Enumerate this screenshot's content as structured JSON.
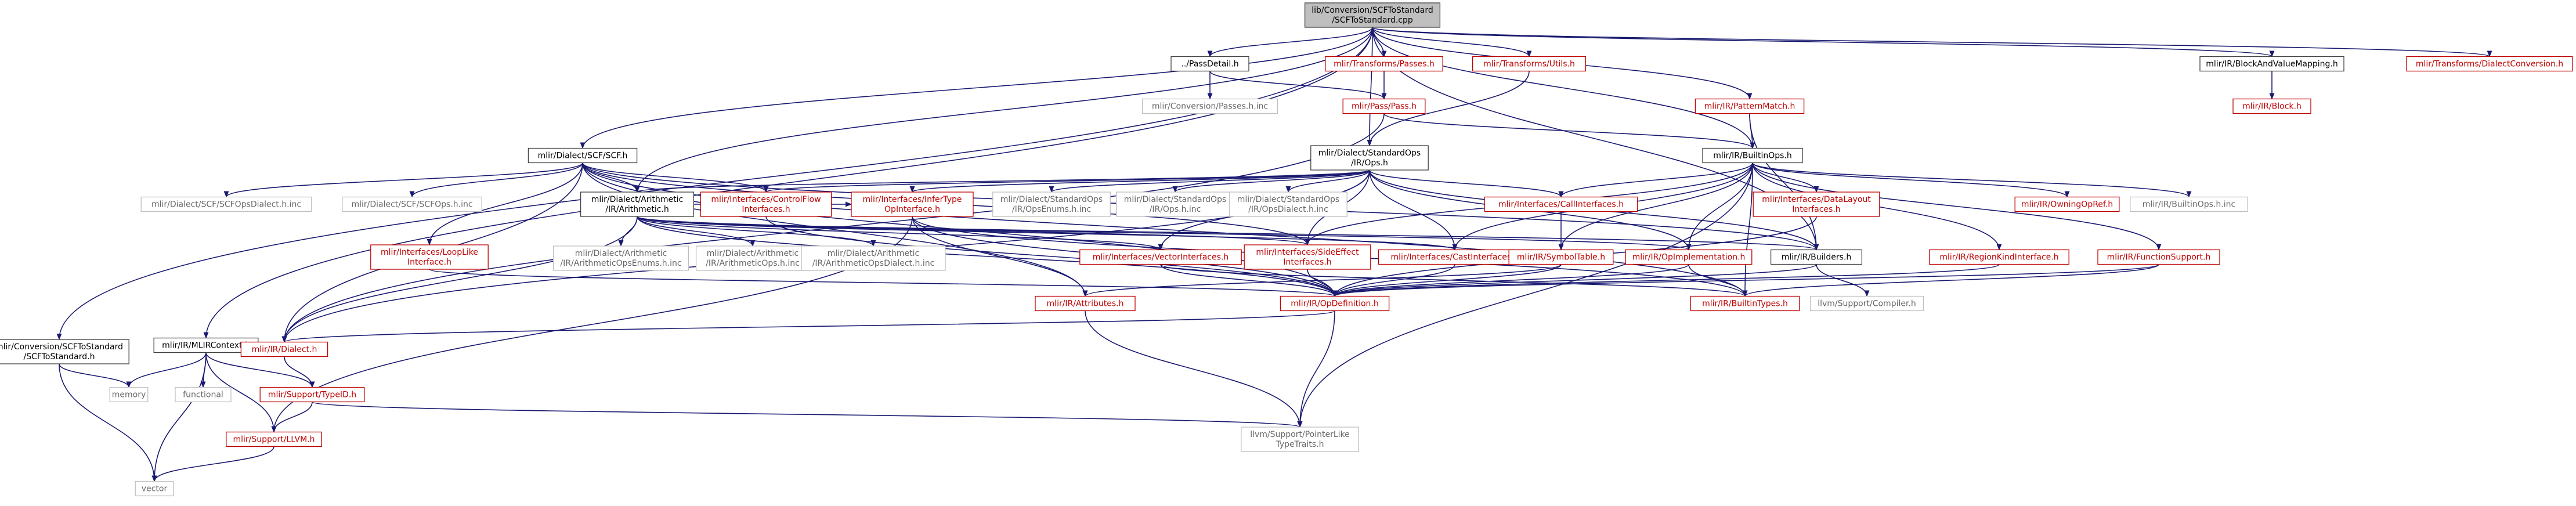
{
  "colors": {
    "root_fill": "#bfbfbf",
    "node_fill": "#ffffff",
    "node_border_documented": "#404040",
    "node_border_linked": "#bf0000",
    "node_border_plain": "#bfbfbf",
    "text_documented": "#000000",
    "text_linked": "#bf0000",
    "text_plain": "#666666",
    "edge": "#191970"
  },
  "nodes": [
    {
      "id": "root",
      "label": [
        "lib/Conversion/SCFToStandard",
        "/SCFToStandard.cpp"
      ],
      "style": "root"
    },
    {
      "id": "scf2std_h",
      "label": [
        "mlir/Conversion/SCFToStandard",
        "/SCFToStandard.h"
      ],
      "style": "documented"
    },
    {
      "id": "mlircontext",
      "label": [
        "mlir/IR/MLIRContext.h"
      ],
      "style": "documented"
    },
    {
      "id": "scf_h",
      "label": [
        "mlir/Dialect/SCF/SCF.h"
      ],
      "style": "documented"
    },
    {
      "id": "arith",
      "label": [
        "mlir/Dialect/Arithmetic",
        "/IR/Arithmetic.h"
      ],
      "style": "documented"
    },
    {
      "id": "passdetail",
      "label": [
        "../PassDetail.h"
      ],
      "style": "documented"
    },
    {
      "id": "passes_inc",
      "label": [
        "mlir/Conversion/Passes.h.inc"
      ],
      "style": "plain"
    },
    {
      "id": "transforms_passes",
      "label": [
        "mlir/Transforms/Passes.h"
      ],
      "style": "linked"
    },
    {
      "id": "pass_h",
      "label": [
        "mlir/Pass/Pass.h"
      ],
      "style": "linked"
    },
    {
      "id": "transforms_utils",
      "label": [
        "mlir/Transforms/Utils.h"
      ],
      "style": "linked"
    },
    {
      "id": "std_ops",
      "label": [
        "mlir/Dialect/StandardOps",
        "/IR/Ops.h"
      ],
      "style": "documented"
    },
    {
      "id": "patternmatch",
      "label": [
        "mlir/IR/PatternMatch.h"
      ],
      "style": "linked"
    },
    {
      "id": "builtinops",
      "label": [
        "mlir/IR/BuiltinOps.h"
      ],
      "style": "documented"
    },
    {
      "id": "blockandvalue",
      "label": [
        "mlir/IR/BlockAndValueMapping.h"
      ],
      "style": "documented"
    },
    {
      "id": "dialectconv",
      "label": [
        "mlir/Transforms/DialectConversion.h"
      ],
      "style": "linked"
    },
    {
      "id": "block_h",
      "label": [
        "mlir/IR/Block.h"
      ],
      "style": "linked"
    },
    {
      "id": "scfops_dialect_inc",
      "label": [
        "mlir/Dialect/SCF/SCFOpsDialect.h.inc"
      ],
      "style": "plain"
    },
    {
      "id": "scfops_inc",
      "label": [
        "mlir/Dialect/SCF/SCFOps.h.inc"
      ],
      "style": "plain"
    },
    {
      "id": "controlflow",
      "label": [
        "mlir/Interfaces/ControlFlow",
        "Interfaces.h"
      ],
      "style": "linked"
    },
    {
      "id": "infertype",
      "label": [
        "mlir/Interfaces/InferType",
        "OpInterface.h"
      ],
      "style": "linked"
    },
    {
      "id": "std_enums_inc",
      "label": [
        "mlir/Dialect/StandardOps",
        "/IR/OpsEnums.h.inc"
      ],
      "style": "plain"
    },
    {
      "id": "std_ops_inc",
      "label": [
        "mlir/Dialect/StandardOps",
        "/IR/Ops.h.inc"
      ],
      "style": "plain"
    },
    {
      "id": "std_dialect_inc",
      "label": [
        "mlir/Dialect/StandardOps",
        "/IR/OpsDialect.h.inc"
      ],
      "style": "plain"
    },
    {
      "id": "callinterfaces",
      "label": [
        "mlir/Interfaces/CallInterfaces.h"
      ],
      "style": "linked"
    },
    {
      "id": "datalayout",
      "label": [
        "mlir/Interfaces/DataLayout",
        "Interfaces.h"
      ],
      "style": "linked"
    },
    {
      "id": "owningopref",
      "label": [
        "mlir/IR/OwningOpRef.h"
      ],
      "style": "linked"
    },
    {
      "id": "builtinops_inc",
      "label": [
        "mlir/IR/BuiltinOps.h.inc"
      ],
      "style": "plain"
    },
    {
      "id": "looplike",
      "label": [
        "mlir/Interfaces/LoopLike",
        "Interface.h"
      ],
      "style": "linked"
    },
    {
      "id": "arith_enums_inc",
      "label": [
        "mlir/Dialect/Arithmetic",
        "/IR/ArithmeticOpsEnums.h.inc"
      ],
      "style": "plain"
    },
    {
      "id": "arith_ops_inc",
      "label": [
        "mlir/Dialect/Arithmetic",
        "/IR/ArithmeticOps.h.inc"
      ],
      "style": "plain"
    },
    {
      "id": "arith_dialect_inc",
      "label": [
        "mlir/Dialect/Arithmetic",
        "/IR/ArithmeticOpsDialect.h.inc"
      ],
      "style": "plain"
    },
    {
      "id": "vectorinterfaces",
      "label": [
        "mlir/Interfaces/VectorInterfaces.h"
      ],
      "style": "linked"
    },
    {
      "id": "sideeffect",
      "label": [
        "mlir/Interfaces/SideEffect",
        "Interfaces.h"
      ],
      "style": "linked"
    },
    {
      "id": "castinterfaces",
      "label": [
        "mlir/Interfaces/CastInterfaces.h"
      ],
      "style": "linked"
    },
    {
      "id": "symboltable",
      "label": [
        "mlir/IR/SymbolTable.h"
      ],
      "style": "linked"
    },
    {
      "id": "opimplementation",
      "label": [
        "mlir/IR/OpImplementation.h"
      ],
      "style": "linked"
    },
    {
      "id": "builders",
      "label": [
        "mlir/IR/Builders.h"
      ],
      "style": "documented"
    },
    {
      "id": "regionkind",
      "label": [
        "mlir/IR/RegionKindInterface.h"
      ],
      "style": "linked"
    },
    {
      "id": "functionsupport",
      "label": [
        "mlir/IR/FunctionSupport.h"
      ],
      "style": "linked"
    },
    {
      "id": "attributes",
      "label": [
        "mlir/IR/Attributes.h"
      ],
      "style": "linked"
    },
    {
      "id": "opdefinition",
      "label": [
        "mlir/IR/OpDefinition.h"
      ],
      "style": "linked"
    },
    {
      "id": "builtintypes",
      "label": [
        "mlir/IR/BuiltinTypes.h"
      ],
      "style": "linked"
    },
    {
      "id": "llvm_compiler",
      "label": [
        "llvm/Support/Compiler.h"
      ],
      "style": "plain"
    },
    {
      "id": "dialect_h",
      "label": [
        "mlir/IR/Dialect.h"
      ],
      "style": "linked"
    },
    {
      "id": "memory",
      "label": [
        "memory"
      ],
      "style": "plain"
    },
    {
      "id": "functional",
      "label": [
        "functional"
      ],
      "style": "plain"
    },
    {
      "id": "typeid",
      "label": [
        "mlir/Support/TypeID.h"
      ],
      "style": "linked"
    },
    {
      "id": "llvm_h",
      "label": [
        "mlir/Support/LLVM.h"
      ],
      "style": "linked"
    },
    {
      "id": "vector",
      "label": [
        "vector"
      ],
      "style": "plain"
    },
    {
      "id": "pointerlike",
      "label": [
        "llvm/Support/PointerLike",
        "TypeTraits.h"
      ],
      "style": "plain"
    }
  ],
  "edges": [
    [
      "root",
      "scf2std_h"
    ],
    [
      "root",
      "mlircontext"
    ],
    [
      "root",
      "scf_h"
    ],
    [
      "root",
      "arith"
    ],
    [
      "root",
      "passdetail"
    ],
    [
      "root",
      "transforms_passes"
    ],
    [
      "root",
      "transforms_utils"
    ],
    [
      "root",
      "std_ops"
    ],
    [
      "root",
      "patternmatch"
    ],
    [
      "root",
      "builtinops"
    ],
    [
      "root",
      "blockandvalue"
    ],
    [
      "root",
      "dialectconv"
    ],
    [
      "root",
      "builders"
    ],
    [
      "scf2std_h",
      "memory"
    ],
    [
      "scf2std_h",
      "vector"
    ],
    [
      "mlircontext",
      "memory"
    ],
    [
      "mlircontext",
      "functional"
    ],
    [
      "mlircontext",
      "vector"
    ],
    [
      "mlircontext",
      "typeid"
    ],
    [
      "mlircontext",
      "llvm_h"
    ],
    [
      "passdetail",
      "passes_inc"
    ],
    [
      "passdetail",
      "pass_h"
    ],
    [
      "transforms_passes",
      "pass_h"
    ],
    [
      "pass_h",
      "builtinops"
    ],
    [
      "pass_h",
      "dialect_h"
    ],
    [
      "transforms_utils",
      "std_ops"
    ],
    [
      "patternmatch",
      "builtinops"
    ],
    [
      "patternmatch",
      "builders"
    ],
    [
      "blockandvalue",
      "block_h"
    ],
    [
      "scf_h",
      "scfops_dialect_inc"
    ],
    [
      "scf_h",
      "scfops_inc"
    ],
    [
      "scf_h",
      "arith"
    ],
    [
      "scf_h",
      "controlflow"
    ],
    [
      "scf_h",
      "looplike"
    ],
    [
      "scf_h",
      "sideeffect"
    ],
    [
      "scf_h",
      "builders"
    ],
    [
      "scf_h",
      "dialect_h"
    ],
    [
      "scf_h",
      "opdefinition"
    ],
    [
      "scf_h",
      "attributes"
    ],
    [
      "scf_h",
      "builtintypes"
    ],
    [
      "arith",
      "arith_enums_inc"
    ],
    [
      "arith",
      "arith_ops_inc"
    ],
    [
      "arith",
      "arith_dialect_inc"
    ],
    [
      "arith",
      "vectorinterfaces"
    ],
    [
      "arith",
      "sideeffect"
    ],
    [
      "arith",
      "castinterfaces"
    ],
    [
      "arith",
      "infertype"
    ],
    [
      "arith",
      "opdefinition"
    ],
    [
      "arith",
      "opimplementation"
    ],
    [
      "arith",
      "dialect_h"
    ],
    [
      "arith",
      "builders"
    ],
    [
      "std_ops",
      "controlflow"
    ],
    [
      "std_ops",
      "infertype"
    ],
    [
      "std_ops",
      "std_enums_inc"
    ],
    [
      "std_ops",
      "std_ops_inc"
    ],
    [
      "std_ops",
      "std_dialect_inc"
    ],
    [
      "std_ops",
      "callinterfaces"
    ],
    [
      "std_ops",
      "castinterfaces"
    ],
    [
      "std_ops",
      "sideeffect"
    ],
    [
      "std_ops",
      "vectorinterfaces"
    ],
    [
      "std_ops",
      "opimplementation"
    ],
    [
      "std_ops",
      "builders"
    ],
    [
      "std_ops",
      "dialect_h"
    ],
    [
      "std_ops",
      "arith"
    ],
    [
      "builtinops",
      "owningopref"
    ],
    [
      "builtinops",
      "builtinops_inc"
    ],
    [
      "builtinops",
      "callinterfaces"
    ],
    [
      "builtinops",
      "datalayout"
    ],
    [
      "builtinops",
      "regionkind"
    ],
    [
      "builtinops",
      "functionsupport"
    ],
    [
      "builtinops",
      "symboltable"
    ],
    [
      "builtinops",
      "opimplementation"
    ],
    [
      "builtinops",
      "sideeffect"
    ],
    [
      "builtinops",
      "castinterfaces"
    ],
    [
      "builtinops",
      "builtintypes"
    ],
    [
      "builtinops",
      "pointerlike"
    ],
    [
      "controlflow",
      "opdefinition"
    ],
    [
      "infertype",
      "attributes"
    ],
    [
      "infertype",
      "builtintypes"
    ],
    [
      "infertype",
      "opdefinition"
    ],
    [
      "infertype",
      "llvm_h"
    ],
    [
      "callinterfaces",
      "symboltable"
    ],
    [
      "datalayout",
      "opdefinition"
    ],
    [
      "looplike",
      "opdefinition"
    ],
    [
      "vectorinterfaces",
      "opdefinition"
    ],
    [
      "vectorinterfaces",
      "builtintypes"
    ],
    [
      "sideeffect",
      "opdefinition"
    ],
    [
      "castinterfaces",
      "opdefinition"
    ],
    [
      "symboltable",
      "attributes"
    ],
    [
      "symboltable",
      "opdefinition"
    ],
    [
      "opimplementation",
      "builtintypes"
    ],
    [
      "opimplementation",
      "opdefinition"
    ],
    [
      "builders",
      "opdefinition"
    ],
    [
      "builders",
      "llvm_compiler"
    ],
    [
      "regionkind",
      "opdefinition"
    ],
    [
      "functionsupport",
      "opdefinition"
    ],
    [
      "functionsupport",
      "builtintypes"
    ],
    [
      "attributes",
      "pointerlike"
    ],
    [
      "opdefinition",
      "dialect_h"
    ],
    [
      "opdefinition",
      "pointerlike"
    ],
    [
      "dialect_h",
      "typeid"
    ],
    [
      "typeid",
      "llvm_h"
    ],
    [
      "typeid",
      "pointerlike"
    ],
    [
      "llvm_h",
      "vector"
    ]
  ]
}
